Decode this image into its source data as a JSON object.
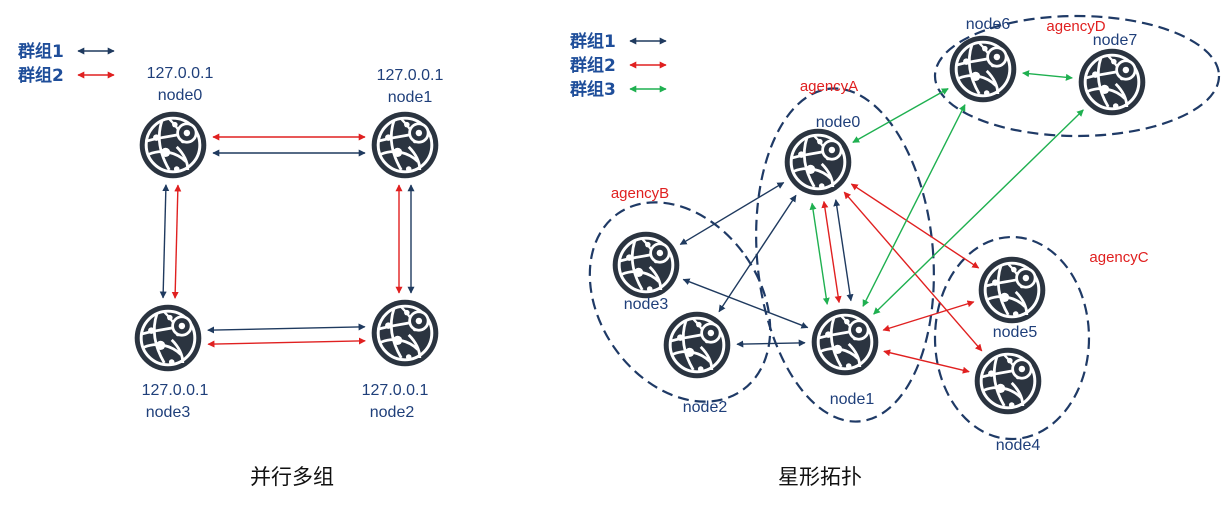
{
  "colors": {
    "group1": "#1f3a5f",
    "group2": "#e02020",
    "group3": "#1fb050",
    "node_dark": "#2b3440",
    "label_blue": "#1f3f7a",
    "agency_red": "#e02020"
  },
  "node_icon": "globe-router-icon",
  "left": {
    "caption": "并行多组",
    "legend": [
      {
        "label": "群组1",
        "color_key": "group1"
      },
      {
        "label": "群组2",
        "color_key": "group2"
      }
    ],
    "nodes": [
      {
        "id": "node0",
        "ip": "127.0.0.1",
        "name": "node0"
      },
      {
        "id": "node1",
        "ip": "127.0.0.1",
        "name": "node1"
      },
      {
        "id": "node2",
        "ip": "127.0.0.1",
        "name": "node2"
      },
      {
        "id": "node3",
        "ip": "127.0.0.1",
        "name": "node3"
      }
    ],
    "links": [
      {
        "from": "node0",
        "to": "node1",
        "group": "group2"
      },
      {
        "from": "node0",
        "to": "node1",
        "group": "group1"
      },
      {
        "from": "node0",
        "to": "node3",
        "group": "group2"
      },
      {
        "from": "node0",
        "to": "node3",
        "group": "group1"
      },
      {
        "from": "node1",
        "to": "node2",
        "group": "group1"
      },
      {
        "from": "node1",
        "to": "node2",
        "group": "group2"
      },
      {
        "from": "node3",
        "to": "node2",
        "group": "group1"
      },
      {
        "from": "node3",
        "to": "node2",
        "group": "group2"
      }
    ]
  },
  "right": {
    "caption": "星形拓扑",
    "legend": [
      {
        "label": "群组1",
        "color_key": "group1"
      },
      {
        "label": "群组2",
        "color_key": "group2"
      },
      {
        "label": "群组3",
        "color_key": "group3"
      }
    ],
    "agencies": [
      {
        "id": "agencyA",
        "label": "agencyA"
      },
      {
        "id": "agencyB",
        "label": "agencyB"
      },
      {
        "id": "agencyC",
        "label": "agencyC"
      },
      {
        "id": "agencyD",
        "label": "agencyD"
      }
    ],
    "nodes": [
      {
        "id": "node0",
        "name": "node0",
        "agency": "agencyA"
      },
      {
        "id": "node1",
        "name": "node1",
        "agency": "agencyA"
      },
      {
        "id": "node2",
        "name": "node2",
        "agency": "agencyB"
      },
      {
        "id": "node3",
        "name": "node3",
        "agency": "agencyB"
      },
      {
        "id": "node4",
        "name": "node4",
        "agency": "agencyC"
      },
      {
        "id": "node5",
        "name": "node5",
        "agency": "agencyC"
      },
      {
        "id": "node6",
        "name": "node6",
        "agency": "agencyD"
      },
      {
        "id": "node7",
        "name": "node7",
        "agency": "agencyD"
      }
    ],
    "links": [
      {
        "from": "node0",
        "to": "node1",
        "group": "group1"
      },
      {
        "from": "node0",
        "to": "node1",
        "group": "group2"
      },
      {
        "from": "node0",
        "to": "node1",
        "group": "group3"
      },
      {
        "from": "node0",
        "to": "node3",
        "group": "group1"
      },
      {
        "from": "node0",
        "to": "node2",
        "group": "group1"
      },
      {
        "from": "node3",
        "to": "node1",
        "group": "group1"
      },
      {
        "from": "node2",
        "to": "node1",
        "group": "group1"
      },
      {
        "from": "node0",
        "to": "node5",
        "group": "group2"
      },
      {
        "from": "node0",
        "to": "node4",
        "group": "group2"
      },
      {
        "from": "node1",
        "to": "node5",
        "group": "group2"
      },
      {
        "from": "node1",
        "to": "node4",
        "group": "group2"
      },
      {
        "from": "node0",
        "to": "node6",
        "group": "group3"
      },
      {
        "from": "node6",
        "to": "node7",
        "group": "group3"
      },
      {
        "from": "node6",
        "to": "node1",
        "group": "group3"
      },
      {
        "from": "node7",
        "to": "node1",
        "group": "group3"
      }
    ]
  }
}
